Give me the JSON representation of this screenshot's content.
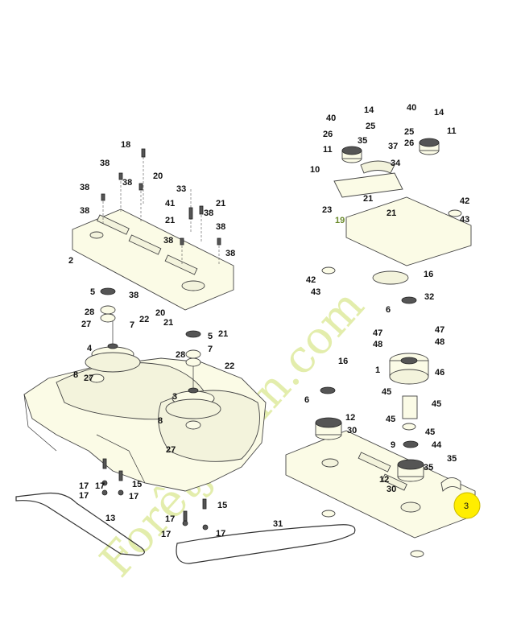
{
  "watermark": {
    "text": "Forêtjardin.com",
    "color": "#cde06a"
  },
  "callout": {
    "label": "3",
    "color": "#ffee00"
  },
  "part_labels": {
    "l18": "18",
    "l20a": "20",
    "l38a": "38",
    "l38b": "38",
    "l38c": "38",
    "l38d": "38",
    "l33": "33",
    "l21a": "21",
    "l41": "41",
    "l38e": "38",
    "l21b": "21",
    "l38f": "38",
    "l38g": "38",
    "l2": "2",
    "l38h": "38",
    "l5a": "5",
    "l38i": "38",
    "l28a": "28",
    "l20b": "20",
    "l27a": "27",
    "l22a": "22",
    "l21c": "21",
    "l5b": "5",
    "l21d": "21",
    "l4": "4",
    "l28b": "28",
    "l7a": "7",
    "l8a": "8",
    "l27b": "27",
    "l7b": "7",
    "l22b": "22",
    "l3": "3",
    "l8b": "8",
    "l27c": "27",
    "l17a": "17",
    "l17b": "17",
    "l17c": "17",
    "l15a": "15",
    "l17d": "17",
    "l13": "13",
    "l17e": "17",
    "l17f": "17",
    "l15b": "15",
    "l17g": "17",
    "l31": "31",
    "l40a": "40",
    "l14a": "14",
    "l25a": "25",
    "l26a": "26",
    "l35a": "35",
    "l11a": "11",
    "l37": "37",
    "l34": "34",
    "l10": "10",
    "l21e": "21",
    "l23": "23",
    "l19": "19",
    "l21f": "21",
    "l40b": "40",
    "l14b": "14",
    "l25b": "25",
    "l26b": "26",
    "l11b": "11",
    "l42a": "42",
    "l43a": "43",
    "l42b": "42",
    "l43b": "43",
    "l16a": "16",
    "l6a": "6",
    "l32": "32",
    "l47a": "47",
    "l47b": "47",
    "l48a": "48",
    "l48b": "48",
    "l1": "1",
    "l46": "46",
    "l45a": "45",
    "l45b": "45",
    "l45c": "45",
    "l45d": "45",
    "l9": "9",
    "l44": "44",
    "l16b": "16",
    "l6b": "6",
    "l12a": "12",
    "l30a": "30",
    "l35b": "35",
    "l12b": "12",
    "l30b": "30"
  }
}
